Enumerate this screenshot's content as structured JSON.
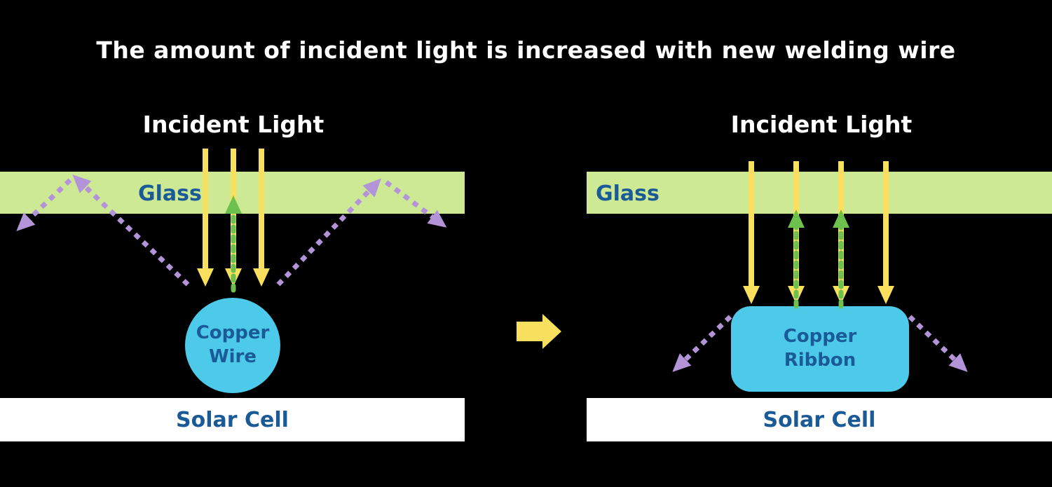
{
  "title": "The amount of incident light is increased with new welding wire",
  "panels": {
    "left": {
      "incident_light": "Incident Light",
      "glass": "Glass",
      "component": "Copper Wire",
      "solar_cell": "Solar Cell"
    },
    "right": {
      "incident_light": "Incident Light",
      "glass": "Glass",
      "component": "Copper Ribbon",
      "solar_cell": "Solar Cell"
    }
  },
  "icons": {
    "transition_arrow": "right-arrow-icon",
    "incident_light_arrows": "down-arrow-icon",
    "reflected_light_arrows": "dashed-arrow-icon",
    "transmitted_light_arrows": "dashed-up-arrow-icon"
  },
  "colors": {
    "background": "#000000",
    "title_text": "#ffffff",
    "glass": "#cde994",
    "yellow": "#f8e05e",
    "green": "#6cc04e",
    "purple": "#b494d9",
    "cyan": "#4dc9e9",
    "label_blue": "#1a5a96",
    "solar_cell_bg": "#ffffff"
  }
}
